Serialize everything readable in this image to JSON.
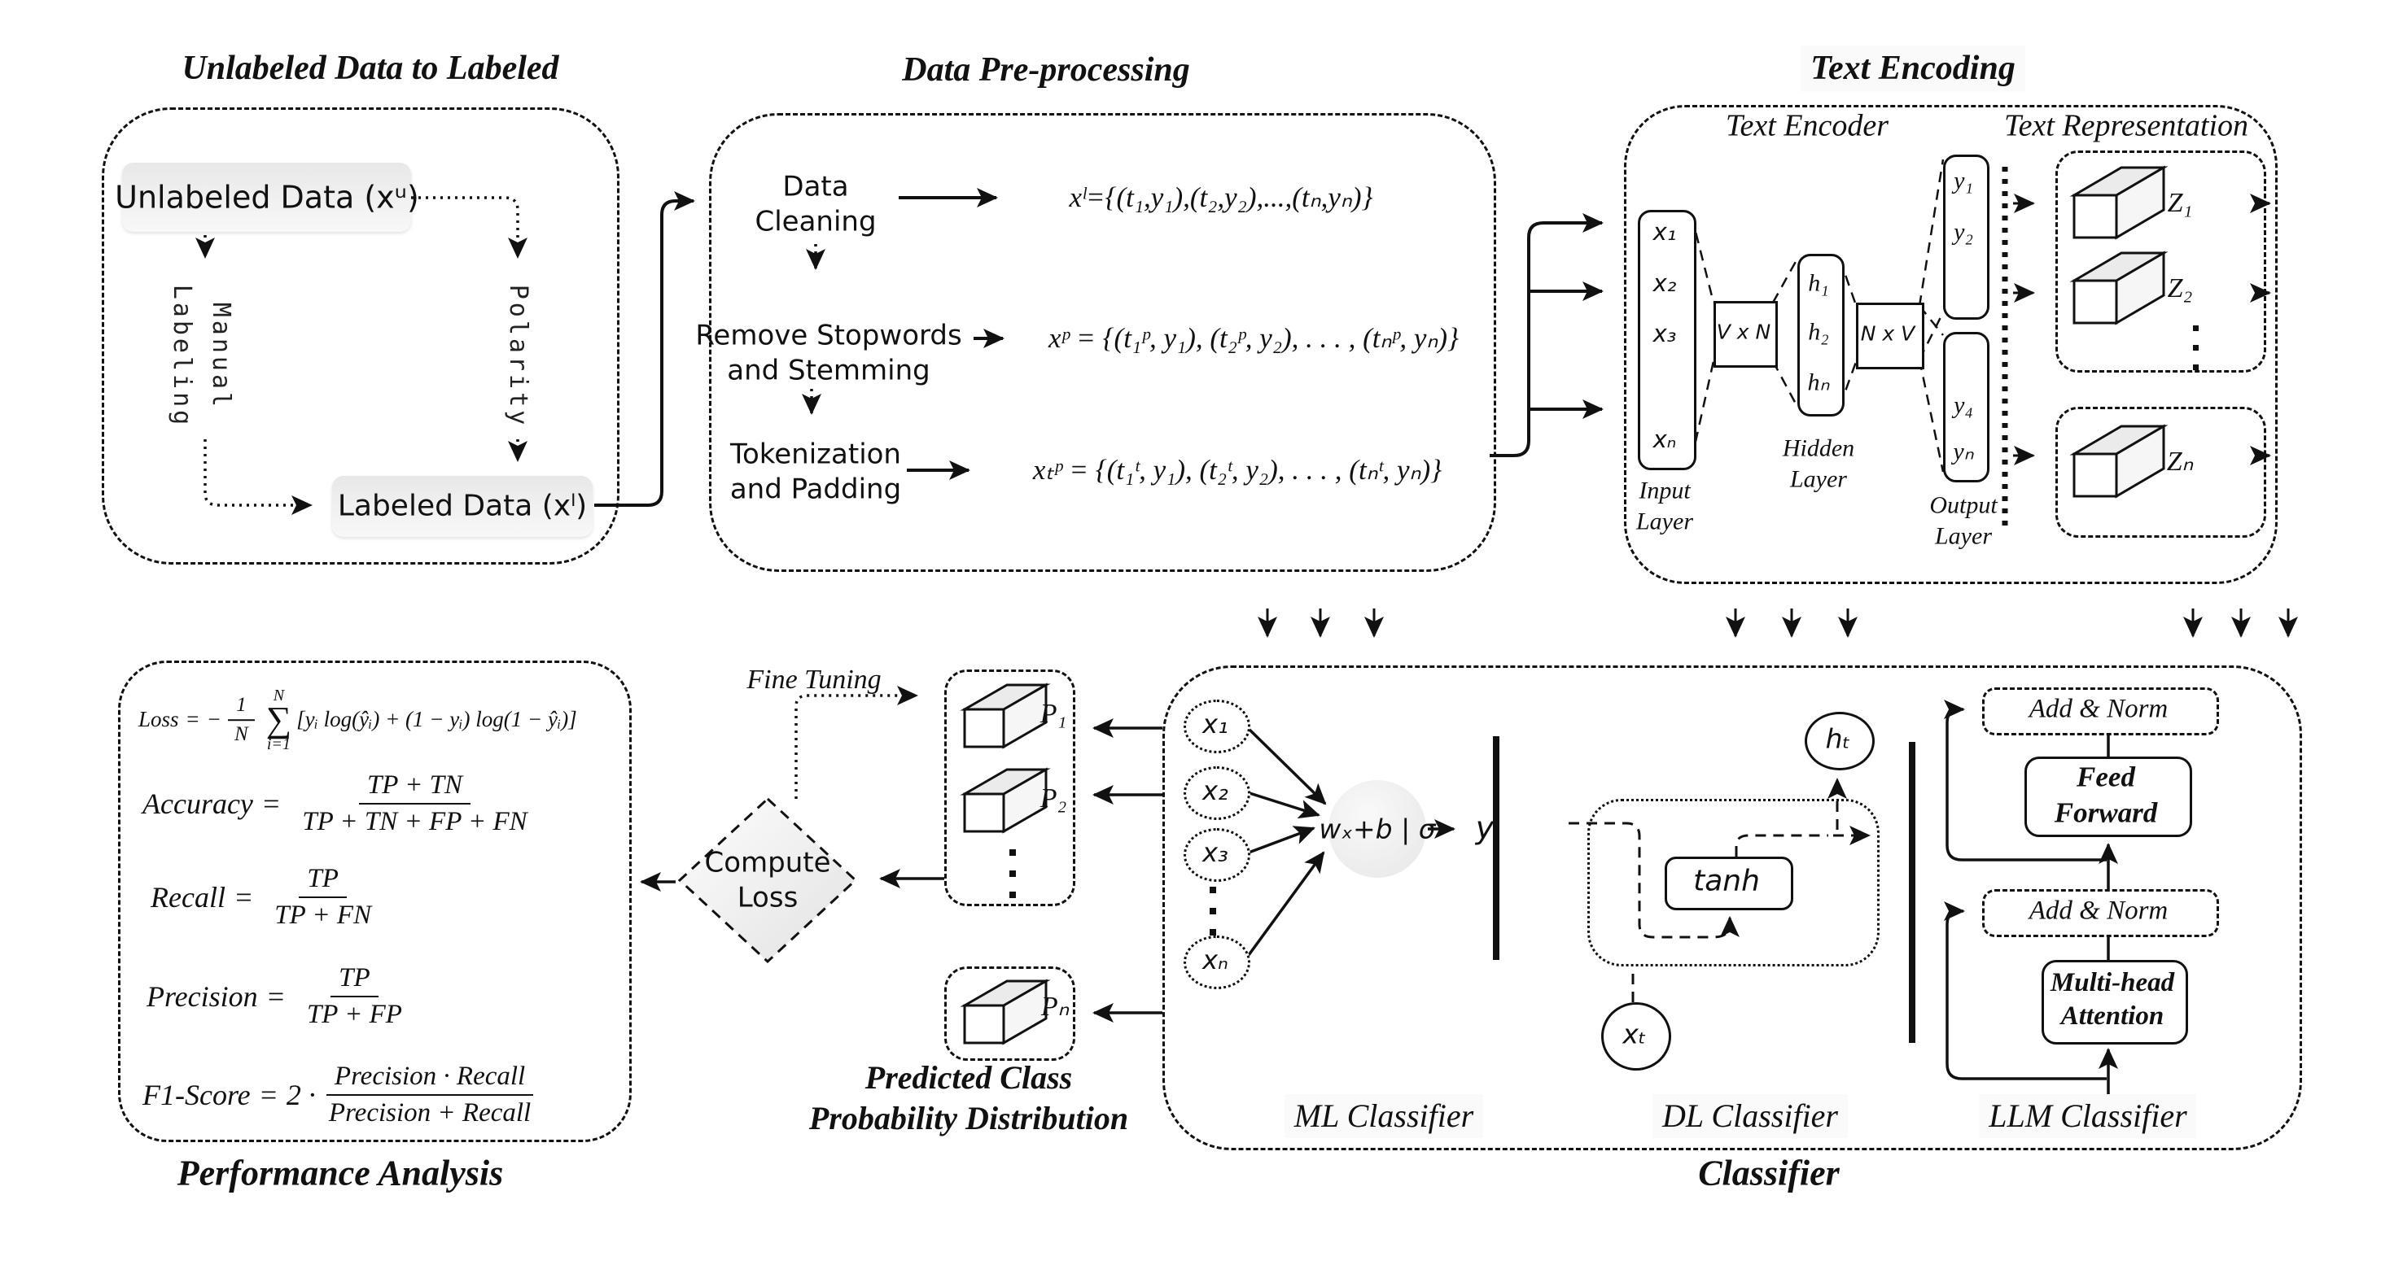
{
  "sections": {
    "labeling": {
      "title": "Unlabeled Data to Labeled",
      "unlabeled_box": "Unlabeled Data (xᵘ)",
      "labeled_box": "Labeled Data (xˡ)",
      "manual_edge": "Manual\nLabeling",
      "polarity_edge": "Polarity"
    },
    "preprocessing": {
      "title": "Data Pre-processing",
      "steps": [
        {
          "label": "Data\nCleaning",
          "formula": "xˡ={(t₁,y₁),(t₂,y₂),...,(tₙ,yₙ)}"
        },
        {
          "label": "Remove Stopwords\nand Stemming",
          "formula": "xᵖ = {(t₁ᵖ, y₁), (t₂ᵖ, y₂), . . . , (tₙᵖ, yₙ)}"
        },
        {
          "label": "Tokenization\nand Padding",
          "formula": "xₜᵖ = {(t₁ᵗ, y₁), (t₂ᵗ, y₂), . . . , (tₙᵗ, yₙ)}"
        }
      ]
    },
    "encoding": {
      "title": "Text Encoding",
      "encoder_label": "Text Encoder",
      "representation_label": "Text Representation",
      "input_nodes": [
        "x₁",
        "x₂",
        "x₃",
        "xₙ"
      ],
      "hidden_nodes": [
        "h₁",
        "h₂",
        "hₙ"
      ],
      "output_top": [
        "y₁",
        "y₂"
      ],
      "output_bottom": [
        "y₄",
        "yₙ"
      ],
      "weight_in": "V x N",
      "weight_out": "N x V",
      "input_layer_label": "Input\nLayer",
      "hidden_layer_label": "Hidden\nLayer",
      "output_layer_label": "Output\nLayer",
      "representations": [
        "Z₁",
        "Z₂",
        "Zₙ"
      ]
    },
    "performance": {
      "title": "Performance Analysis",
      "eq": "=",
      "loss": {
        "lhs": "Loss",
        "minus": "−",
        "frac": {
          "num": "1",
          "den": "N"
        },
        "sum": {
          "top": "N",
          "sym": "∑",
          "bot": "i=1"
        },
        "body": "[yᵢ log(ŷᵢ) + (1 − yᵢ) log(1 − ŷᵢ)]"
      },
      "metrics": [
        {
          "name": "Accuracy",
          "num": "TP + TN",
          "den": "TP + TN + FP + FN"
        },
        {
          "name": "Recall",
          "num": "TP",
          "den": "TP + FN"
        },
        {
          "name": "Precision",
          "num": "TP",
          "den": "TP + FP"
        },
        {
          "name": "F1-Score",
          "prefix": "2 ·",
          "num": "Precision · Recall",
          "den": "Precision + Recall"
        }
      ]
    },
    "prediction": {
      "fine_tuning_label": "Fine Tuning",
      "compute_loss_label": "Compute\nLoss",
      "p_labels": [
        "P₁",
        "P₂",
        "Pₙ"
      ],
      "caption": "Predicted Class\nProbability Distribution"
    },
    "classifier": {
      "caption": "Classifier",
      "ml": {
        "label": "ML Classifier",
        "inputs": [
          "x₁",
          "x₂",
          "x₃",
          "xₙ"
        ],
        "neuron": "wₓ+b | σ",
        "output": "y"
      },
      "dl": {
        "label": "DL Classifier",
        "hidden": "hₜ",
        "activation": "tanh",
        "input": "xₜ"
      },
      "llm": {
        "label": "LLM Classifier",
        "addnorm1": "Add & Norm",
        "feed_forward": "Feed\nForward",
        "addnorm2": "Add & Norm",
        "mha": "Multi-head\nAttention"
      }
    }
  }
}
